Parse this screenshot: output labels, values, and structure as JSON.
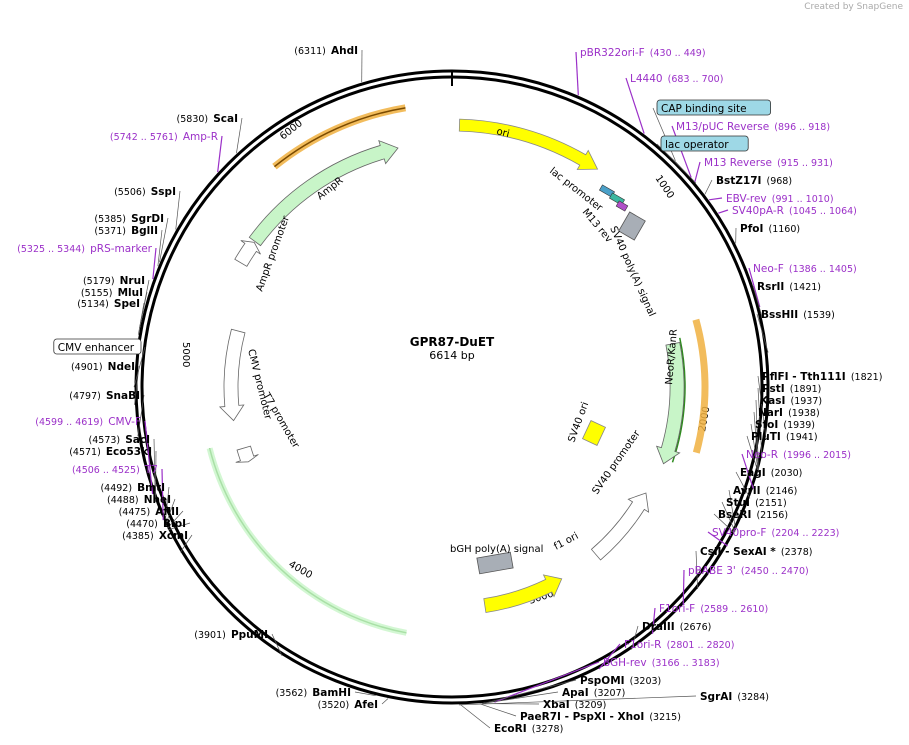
{
  "credit": "Created by SnapGene",
  "plasmid": {
    "name": "GPR87-DuET",
    "size_label": "6614 bp",
    "length": 6614
  },
  "ticks": [
    "1000",
    "2000",
    "3000",
    "4000",
    "5000",
    "6000"
  ],
  "colors": {
    "site": "#000000",
    "primer": "#9b30c8",
    "ori": "#ffff00",
    "promoter": "#ffffff",
    "cds": "#c8f5c8",
    "terminator": "#a8aeb6",
    "ampr_highlight": "#f0b040",
    "neo_highlight": "#f0b040",
    "green_line": "#2e8b1e"
  },
  "features_arc": [
    {
      "name": "ori",
      "label": "ori",
      "start": 30,
      "end": 620,
      "color": "#ffff00"
    },
    {
      "name": "AmpR",
      "label": "AmpR",
      "start": 5620,
      "end": 6400,
      "color": "#c8f5c8"
    },
    {
      "name": "AmpR promoter",
      "label": "AmpR promoter",
      "start": 5520,
      "end": 5630,
      "color": "#ffffff"
    },
    {
      "name": "NeoR/KanR",
      "label": "NeoR/KanR",
      "start": 1450,
      "end": 2270,
      "color": "#c8f5c8"
    },
    {
      "name": "SV40 promoter",
      "label": "SV40 promoter",
      "start": 2300,
      "end": 2640,
      "color": "#ffffff"
    },
    {
      "name": "f1 ori",
      "label": "f1 ori",
      "start": 2660,
      "end": 3080,
      "color": "#ffff00"
    },
    {
      "name": "CMV promoter",
      "label": "CMV promoter",
      "start": 4700,
      "end": 5060,
      "color": "#ffffff"
    },
    {
      "name": "T7 promoter",
      "label": "T7 promoter",
      "start": 4506,
      "end": 4525,
      "color": "#ffffff"
    }
  ],
  "features_box": [
    {
      "label": "lac promoter",
      "color": "#ffffff"
    },
    {
      "label": "M13 rev",
      "color": "#ffffff"
    },
    {
      "label": "SV40 poly(A) signal",
      "color": "#a8aeb6"
    },
    {
      "label": "SV40 ori",
      "color": "#ffff00"
    },
    {
      "label": "bGH poly(A) signal",
      "color": "#a8aeb6"
    }
  ],
  "sites_right": [
    {
      "name": "pBR322ori-F",
      "coords": "(430 .. 449)",
      "kind": "primer",
      "pos": 430
    },
    {
      "name": "L4440",
      "coords": "(683 .. 700)",
      "kind": "primer",
      "pos": 683
    },
    {
      "name": "CAP binding site",
      "coords": "",
      "kind": "box",
      "pos": 820
    },
    {
      "name": "M13/pUC Reverse",
      "coords": "(896 .. 918)",
      "kind": "primer",
      "pos": 896
    },
    {
      "name": "lac operator",
      "coords": "",
      "kind": "box",
      "pos": 920
    },
    {
      "name": "M13 Reverse",
      "coords": "(915 .. 931)",
      "kind": "primer",
      "pos": 915
    },
    {
      "name": "BstZ17I",
      "coords": "(968)",
      "kind": "site",
      "pos": 968
    },
    {
      "name": "EBV-rev",
      "coords": "(991 .. 1010)",
      "kind": "primer",
      "pos": 991
    },
    {
      "name": "SV40pA-R",
      "coords": "(1045 .. 1064)",
      "kind": "primer",
      "pos": 1045
    },
    {
      "name": "PfoI",
      "coords": "(1160)",
      "kind": "site",
      "pos": 1160
    },
    {
      "name": "Neo-F",
      "coords": "(1386 .. 1405)",
      "kind": "primer",
      "pos": 1386
    },
    {
      "name": "RsrII",
      "coords": "(1421)",
      "kind": "site",
      "pos": 1421
    },
    {
      "name": "BssHII",
      "coords": "(1539)",
      "kind": "site",
      "pos": 1539
    },
    {
      "name": "PflFI - Tth111I",
      "coords": "(1821)",
      "kind": "site",
      "pos": 1821
    },
    {
      "name": "PstI",
      "coords": "(1891)",
      "kind": "site",
      "pos": 1891
    },
    {
      "name": "KasI",
      "coords": "(1937)",
      "kind": "site",
      "pos": 1937
    },
    {
      "name": "NarI",
      "coords": "(1938)",
      "kind": "site",
      "pos": 1938
    },
    {
      "name": "SfoI",
      "coords": "(1939)",
      "kind": "site",
      "pos": 1939
    },
    {
      "name": "PluTI",
      "coords": "(1941)",
      "kind": "site",
      "pos": 1941
    },
    {
      "name": "Neo-R",
      "coords": "(1996 .. 2015)",
      "kind": "primer",
      "pos": 1996
    },
    {
      "name": "EagI",
      "coords": "(2030)",
      "kind": "site",
      "pos": 2030
    },
    {
      "name": "AvrII",
      "coords": "(2146)",
      "kind": "site",
      "pos": 2146
    },
    {
      "name": "StuI",
      "coords": "(2151)",
      "kind": "site",
      "pos": 2151
    },
    {
      "name": "BseRI",
      "coords": "(2156)",
      "kind": "site",
      "pos": 2156
    },
    {
      "name": "SV40pro-F",
      "coords": "(2204 .. 2223)",
      "kind": "primer",
      "pos": 2204
    },
    {
      "name": "CsiI - SexAI *",
      "coords": "(2378)",
      "kind": "site",
      "pos": 2378
    },
    {
      "name": "pBABE 3'",
      "coords": "(2450 .. 2470)",
      "kind": "primer",
      "pos": 2450
    },
    {
      "name": "F1ori-F",
      "coords": "(2589 .. 2610)",
      "kind": "primer",
      "pos": 2589
    },
    {
      "name": "DraIII",
      "coords": "(2676)",
      "kind": "site",
      "pos": 2676
    },
    {
      "name": "F1ori-R",
      "coords": "(2801 .. 2820)",
      "kind": "primer",
      "pos": 2801
    },
    {
      "name": "BGH-rev",
      "coords": "(3166 .. 3183)",
      "kind": "primer",
      "pos": 3166
    },
    {
      "name": "PspOMI",
      "coords": "(3203)",
      "kind": "site",
      "pos": 3203
    },
    {
      "name": "ApaI",
      "coords": "(3207)",
      "kind": "site",
      "pos": 3207
    },
    {
      "name": "XbaI",
      "coords": "(3209)",
      "kind": "site",
      "pos": 3209
    },
    {
      "name": "PaeR7I - PspXI - XhoI",
      "coords": "(3215)",
      "kind": "site",
      "pos": 3215
    },
    {
      "name": "EcoRI",
      "coords": "(3278)",
      "kind": "site",
      "pos": 3278
    },
    {
      "name": "SgrAI",
      "coords": "(3284)",
      "kind": "site",
      "pos": 3284
    }
  ],
  "sites_left": [
    {
      "name": "AhdI",
      "coords": "(6311)",
      "kind": "site",
      "pos": 6311
    },
    {
      "name": "ScaI",
      "coords": "(5830)",
      "kind": "site",
      "pos": 5830
    },
    {
      "name": "Amp-R",
      "coords": "(5742 .. 5761)",
      "kind": "primer",
      "pos": 5742
    },
    {
      "name": "SspI",
      "coords": "(5506)",
      "kind": "site",
      "pos": 5506
    },
    {
      "name": "SgrDI",
      "coords": "(5385)",
      "kind": "site",
      "pos": 5385
    },
    {
      "name": "BglII",
      "coords": "(5371)",
      "kind": "site",
      "pos": 5371
    },
    {
      "name": "pRS-marker",
      "coords": "(5325 .. 5344)",
      "kind": "primer",
      "pos": 5325
    },
    {
      "name": "NruI",
      "coords": "(5179)",
      "kind": "site",
      "pos": 5179
    },
    {
      "name": "MluI",
      "coords": "(5155)",
      "kind": "site",
      "pos": 5155
    },
    {
      "name": "SpeI",
      "coords": "(5134)",
      "kind": "site",
      "pos": 5134
    },
    {
      "name": "CMV enhancer",
      "coords": "",
      "kind": "box",
      "pos": 4960
    },
    {
      "name": "NdeI",
      "coords": "(4901)",
      "kind": "site",
      "pos": 4901
    },
    {
      "name": "SnaBI",
      "coords": "(4797)",
      "kind": "site",
      "pos": 4797
    },
    {
      "name": "CMV-F",
      "coords": "(4599 .. 4619)",
      "kind": "primer",
      "pos": 4599
    },
    {
      "name": "SacI",
      "coords": "(4573)",
      "kind": "site",
      "pos": 4573
    },
    {
      "name": "Eco53kI",
      "coords": "(4571)",
      "kind": "site",
      "pos": 4571
    },
    {
      "name": "T7",
      "coords": "(4506 .. 4525)",
      "kind": "primer",
      "pos": 4506
    },
    {
      "name": "BmtI",
      "coords": "(4492)",
      "kind": "site",
      "pos": 4492
    },
    {
      "name": "NheI",
      "coords": "(4488)",
      "kind": "site",
      "pos": 4488
    },
    {
      "name": "AflII",
      "coords": "(4475)",
      "kind": "site",
      "pos": 4475
    },
    {
      "name": "BlpI",
      "coords": "(4470)",
      "kind": "site",
      "pos": 4470
    },
    {
      "name": "XcmI",
      "coords": "(4385)",
      "kind": "site",
      "pos": 4385
    },
    {
      "name": "PpuMI",
      "coords": "(3901)",
      "kind": "site",
      "pos": 3901
    },
    {
      "name": "BamHI",
      "coords": "(3562)",
      "kind": "site",
      "pos": 3562
    },
    {
      "name": "AfeI",
      "coords": "(3520)",
      "kind": "site",
      "pos": 3520
    }
  ]
}
